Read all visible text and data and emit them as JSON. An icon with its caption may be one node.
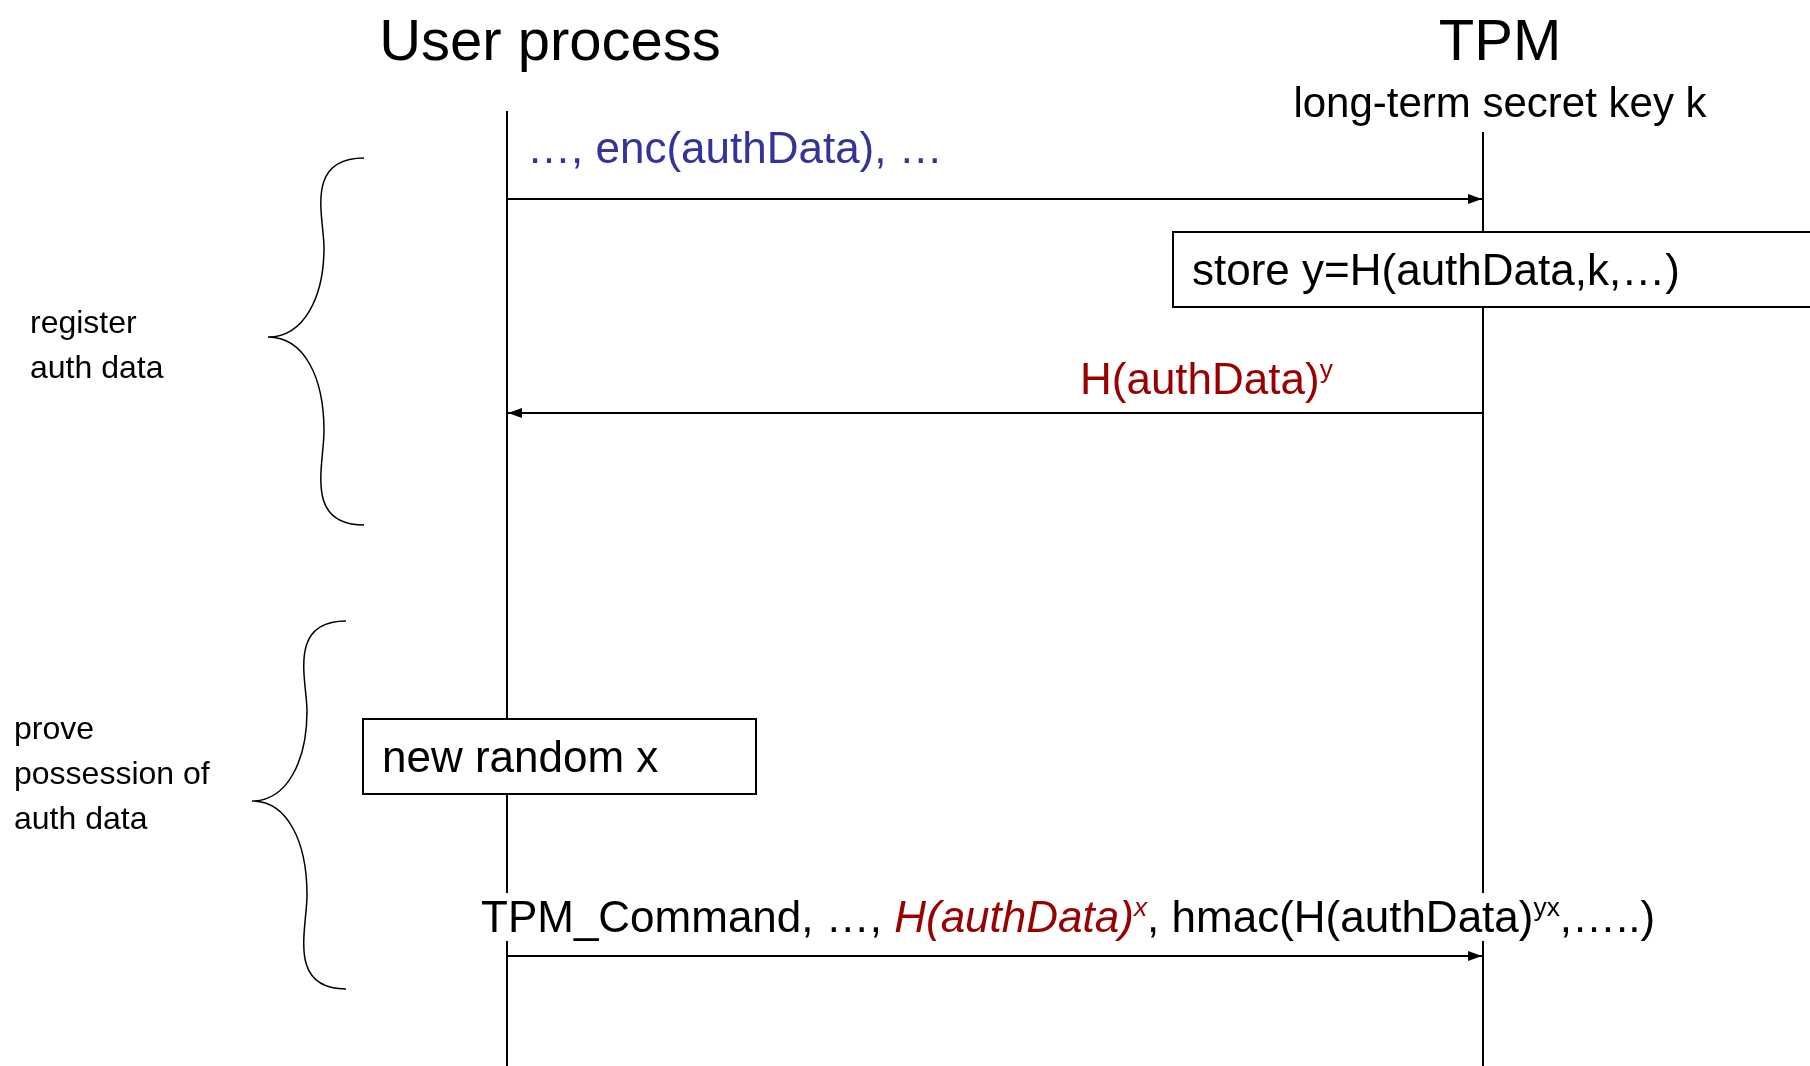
{
  "diagram": {
    "nodes": [
      {
        "text": [
          "User process"
        ]
      },
      {
        "text": [
          "TPM",
          "long-term secret key k"
        ]
      },
      {
        "text": [],
        "shape": "bar"
      },
      {
        "text": [],
        "shape": "bar"
      },
      {
        "text": [
          "store y=H(authData,k,…)"
        ]
      },
      {
        "text": [
          "new random x"
        ]
      }
    ],
    "edges": [
      {
        "from": 2,
        "to": 3,
        "arrow": "to",
        "label": "…, enc(authData), …"
      },
      {
        "from": 3,
        "to": 2,
        "arrow": "to",
        "label": "H(authData)$^{y}$"
      },
      {
        "from": 2,
        "to": 3,
        "arrow": "to",
        "label": "TPM_Command, …, *H(authData)$^{x}$*, hmac(H(authData)$^{yx}$,…..)"
      }
    ],
    "labels": [
      "register auth data",
      "prove possession of auth data"
    ]
  }
}
